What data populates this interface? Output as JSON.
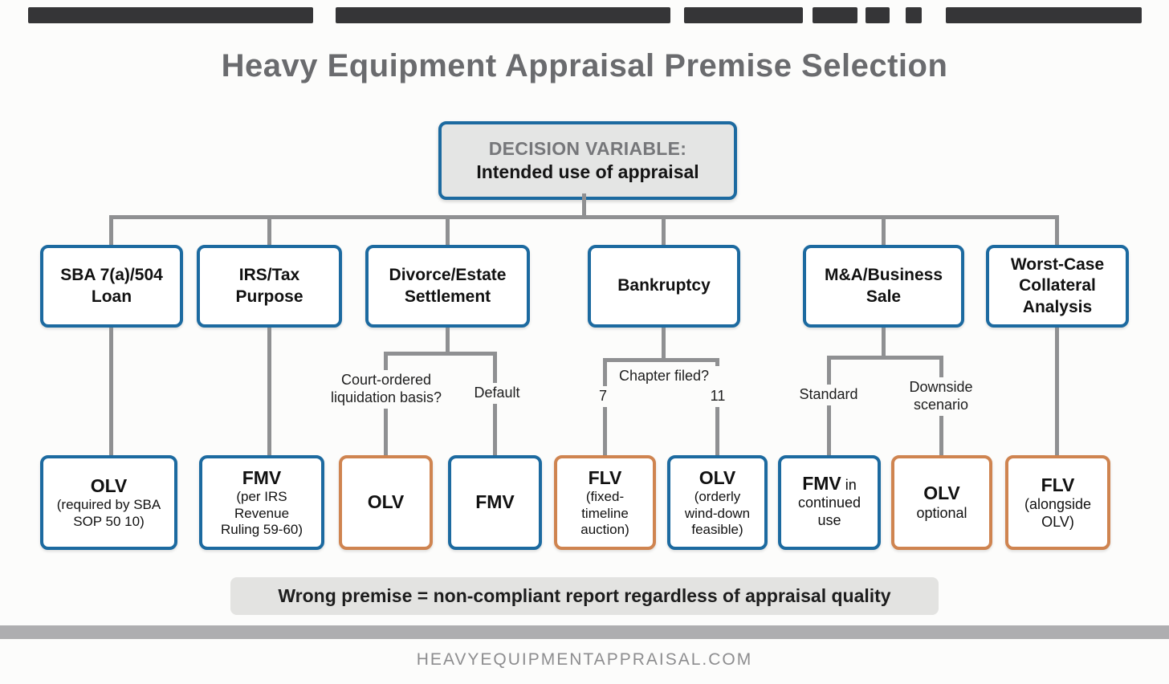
{
  "title": "Heavy Equipment Appraisal Premise Selection",
  "decision_box": {
    "label": "DECISION VARIABLE:",
    "sublabel": "Intended use of appraisal"
  },
  "branches": [
    {
      "label": "SBA 7(a)/504 Loan"
    },
    {
      "label": "IRS/Tax Purpose"
    },
    {
      "label": "Divorce/Estate Settlement"
    },
    {
      "label": "Bankruptcy"
    },
    {
      "label": "M&A/Business Sale"
    },
    {
      "label": "Worst-Case Collateral Analysis"
    }
  ],
  "branch_questions": {
    "divorce_left": "Court-ordered liquidation basis?",
    "divorce_right": "Default",
    "bankruptcy_question": "Chapter filed?",
    "bankruptcy_left": "7",
    "bankruptcy_right": "11",
    "ma_left": "Standard",
    "ma_right": "Downside scenario"
  },
  "outcomes": [
    {
      "title": "OLV",
      "detail": "(required by SBA SOP 50 10)",
      "style": "blue"
    },
    {
      "title": "FMV",
      "detail": "(per IRS Revenue Ruling 59-60)",
      "style": "blue"
    },
    {
      "title": "OLV",
      "detail": "",
      "style": "orange"
    },
    {
      "title": "FMV",
      "detail": "",
      "style": "blue"
    },
    {
      "title": "FLV",
      "detail": "(fixed-timeline auction)",
      "style": "orange"
    },
    {
      "title": "OLV",
      "detail": "(orderly wind-down feasible)",
      "style": "blue"
    },
    {
      "title": "FMV",
      "detail": "in continued use",
      "style": "blue"
    },
    {
      "title": "OLV",
      "detail": "optional",
      "style": "orange"
    },
    {
      "title": "FLV",
      "detail": "(alongside OLV)",
      "style": "orange"
    }
  ],
  "banner": "Wrong premise = non-compliant report regardless of appraisal quality",
  "footer": "HEAVYEQUIPMENTAPPRAISAL.COM",
  "colors": {
    "blue_border": "#1c6aa0",
    "orange_border": "#cf8450",
    "connector_gray": "#8f9092",
    "decision_fill": "#e4e5e4",
    "banner_fill": "#e3e3e1",
    "title_gray": "#6a6b6e"
  }
}
